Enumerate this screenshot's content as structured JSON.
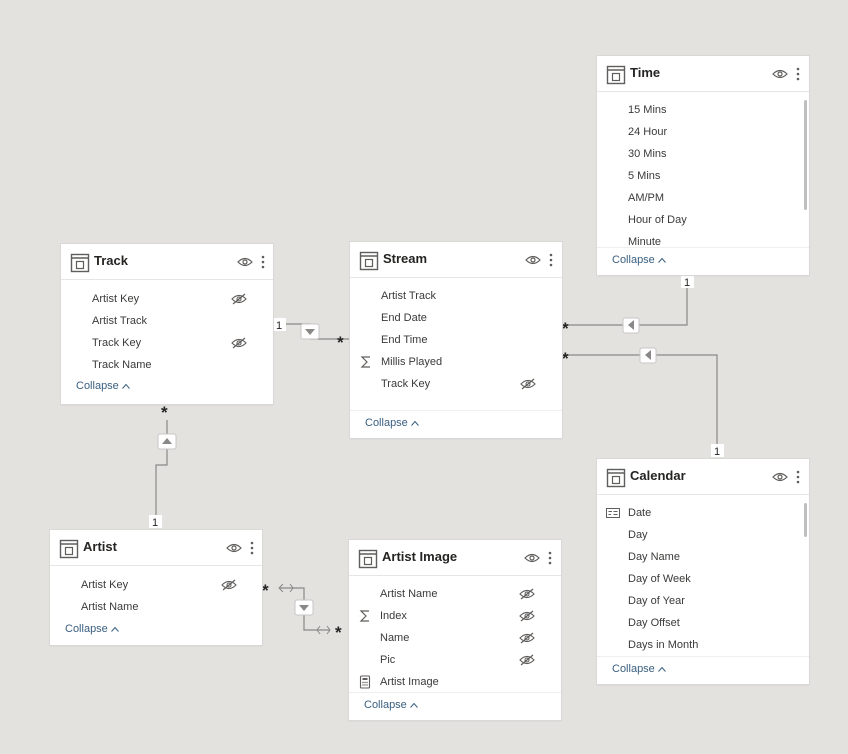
{
  "tables": {
    "track": {
      "title": "Track",
      "fields": [
        "Artist Key",
        "Artist Track",
        "Track Key",
        "Track Name"
      ],
      "collapse_label": "Collapse"
    },
    "stream": {
      "title": "Stream",
      "fields": [
        "Artist Track",
        "End Date",
        "End Time",
        "Millis Played",
        "Track Key"
      ],
      "collapse_label": "Collapse"
    },
    "time": {
      "title": "Time",
      "fields": [
        "15 Mins",
        "24 Hour",
        "30 Mins",
        "5 Mins",
        "AM/PM",
        "Hour of Day",
        "Minute"
      ],
      "collapse_label": "Collapse"
    },
    "artist": {
      "title": "Artist",
      "fields": [
        "Artist Key",
        "Artist Name"
      ],
      "collapse_label": "Collapse"
    },
    "artist_image": {
      "title": "Artist Image",
      "fields": [
        "Artist Name",
        "Index",
        "Name",
        "Pic",
        "Artist Image"
      ],
      "collapse_label": "Collapse"
    },
    "calendar": {
      "title": "Calendar",
      "fields": [
        "Date",
        "Day",
        "Day Name",
        "Day of Week",
        "Day of Year",
        "Day Offset",
        "Days in Month"
      ],
      "collapse_label": "Collapse"
    }
  },
  "relationships": [
    {
      "from": "Track",
      "to": "Stream",
      "from_cardinality": "1",
      "to_cardinality": "*"
    },
    {
      "from": "Time",
      "to": "Stream",
      "from_cardinality": "1",
      "to_cardinality": "*"
    },
    {
      "from": "Calendar",
      "to": "Stream",
      "from_cardinality": "1",
      "to_cardinality": "*"
    },
    {
      "from": "Artist",
      "to": "Track",
      "from_cardinality": "1",
      "to_cardinality": "*"
    },
    {
      "from": "Artist",
      "to": "Artist Image",
      "from_cardinality": "*",
      "to_cardinality": "*"
    }
  ],
  "colors": {
    "canvas": "#e3e2df",
    "card": "#ffffff",
    "connector": "#8a8886",
    "link_text": "#3a5f80"
  }
}
